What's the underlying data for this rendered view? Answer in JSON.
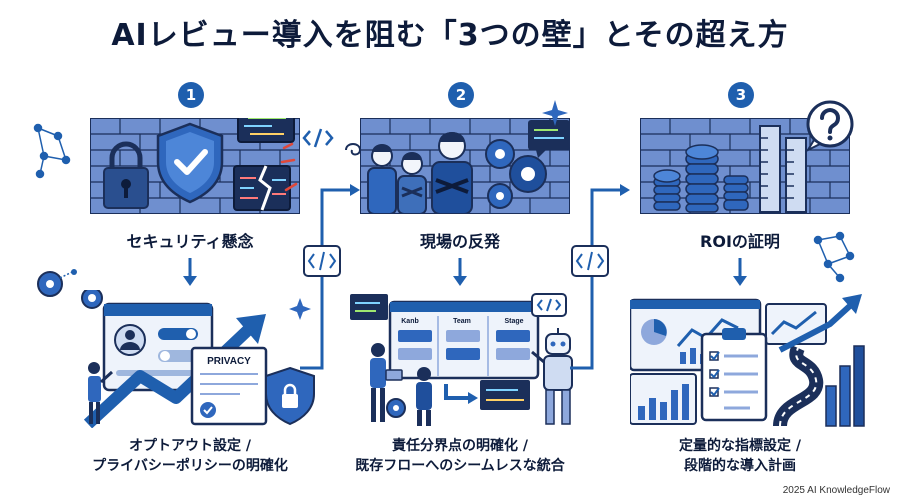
{
  "title": "AIレビュー導入を阻む「3つの壁」とその超え方",
  "columns": [
    {
      "number": "1",
      "wall_label": "セキュリティ懸念",
      "solution_line1": "オプトアウト設定 /",
      "solution_line2": "プライバシーポリシーの明確化",
      "doc_label": "PRIVACY"
    },
    {
      "number": "2",
      "wall_label": "現場の反発",
      "solution_line1": "責任分界点の明確化 /",
      "solution_line2": "既存フローへのシームレスな統合",
      "board_columns": [
        "Kanb",
        "Team",
        "Stage"
      ]
    },
    {
      "number": "3",
      "wall_label": "ROIの証明",
      "solution_line1": "定量的な指標設定 /",
      "solution_line2": "段階的な導入計画"
    }
  ],
  "footer": "2025 AI KnowledgeFlow",
  "colors": {
    "primary": "#1f5fae",
    "navy": "#0d1b3a",
    "brick": "#5b7fc2",
    "brick_light": "#8ea8dc",
    "accent_red": "#e0483a"
  }
}
